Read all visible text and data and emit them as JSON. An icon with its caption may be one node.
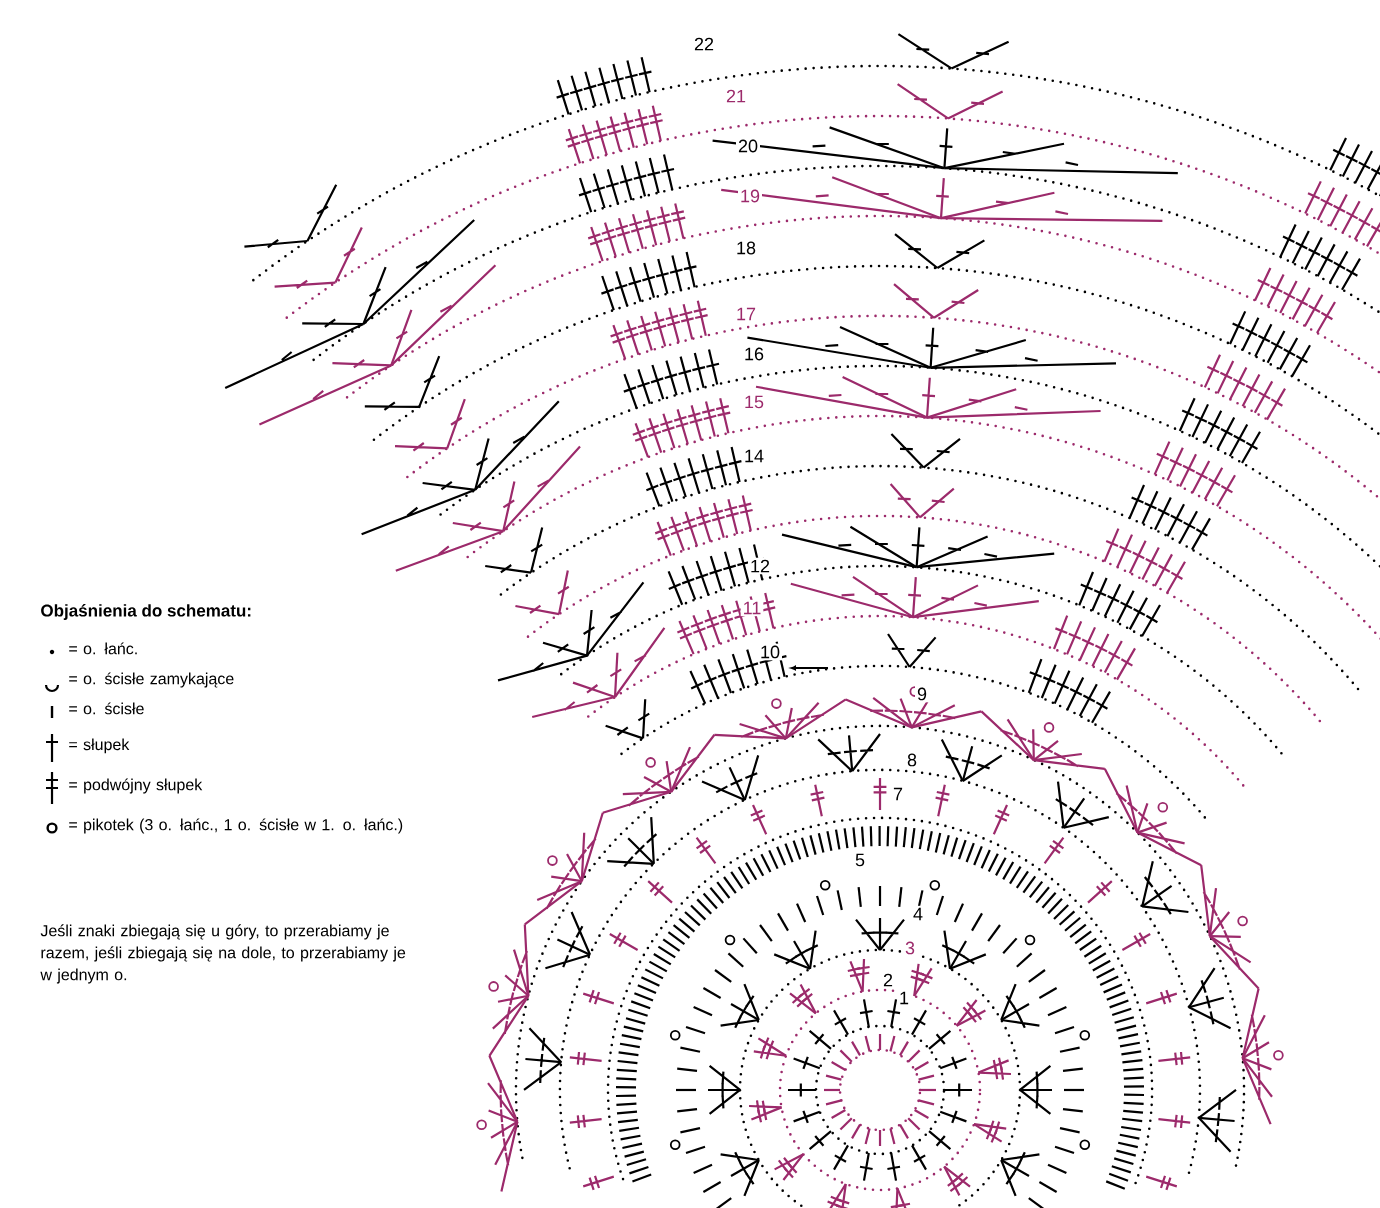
{
  "diagram": {
    "labels": [
      "22",
      "21",
      "20",
      "19",
      "18",
      "17",
      "16",
      "15",
      "14",
      "12",
      "11",
      "10",
      "9",
      "8",
      "7",
      "5",
      "4",
      "3",
      "2",
      "1",
      "Objaśnienia do schematu:",
      "Jeśli znaki zbiegają się u góry, to przerabiamy je razem, jeśli zbiegają się na dole, to przerabiamy je w jednym o."
    ],
    "legend": [
      {
        "text": "= o. łańc."
      },
      {
        "text": "= o. ścisłe zamykające"
      },
      {
        "text": "= o. ścisłe"
      },
      {
        "text": "= słupek"
      },
      {
        "text": "= podwójny słupek"
      },
      {
        "text": "= pikotek (3 o. łańc., 1 o. ścisłe w 1. o. łańc.)"
      }
    ]
  }
}
